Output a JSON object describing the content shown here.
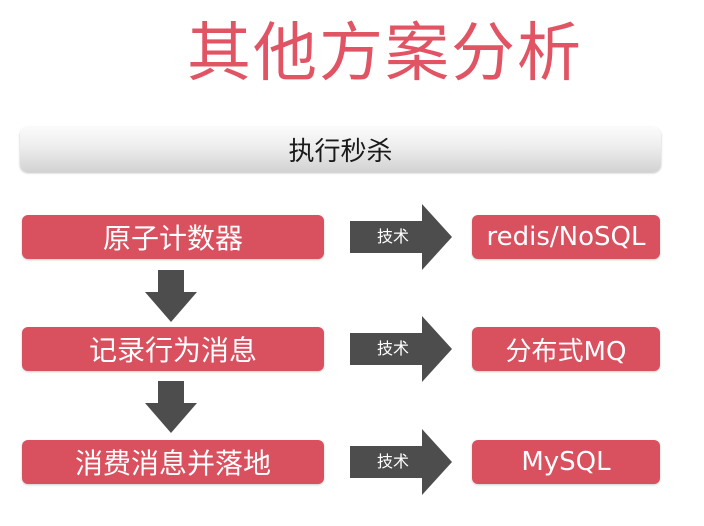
{
  "title": "其他方案分析",
  "header": "执行秒杀",
  "steps": [
    {
      "label": "原子计数器",
      "tech": "技术",
      "result": "redis/NoSQL"
    },
    {
      "label": "记录行为消息",
      "tech": "技术",
      "result": "分布式MQ"
    },
    {
      "label": "消费消息并落地",
      "tech": "技术",
      "result": "MySQL"
    }
  ],
  "colors": {
    "title": "#e05463",
    "box": "#d9505e",
    "arrow": "#4d4d4d",
    "header_text": "#1a1a1a"
  }
}
